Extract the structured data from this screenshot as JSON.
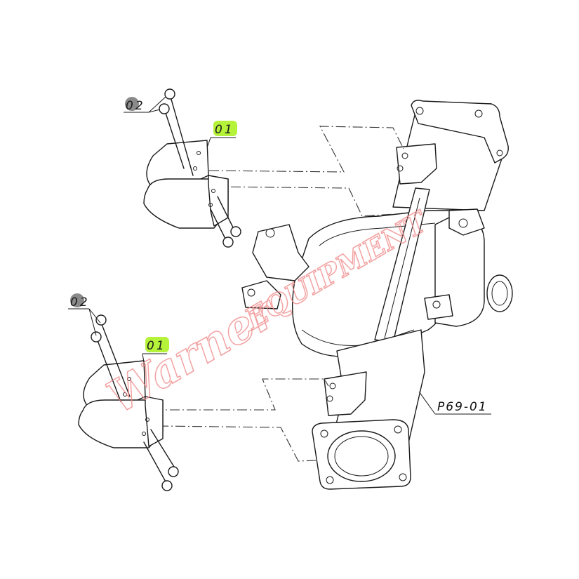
{
  "callouts": {
    "top_part_02": "02",
    "top_part_01": "01",
    "bottom_part_02": "02",
    "bottom_part_01": "01"
  },
  "part_reference": "P69-01",
  "watermark": {
    "text": "WarnerEQUIPMENT"
  },
  "colors": {
    "callout_highlight_01": "#b5f23a",
    "callout_badge_02": "#8a8a8a",
    "watermark": "#f08a8a",
    "line_art": "#1a1a1a"
  }
}
